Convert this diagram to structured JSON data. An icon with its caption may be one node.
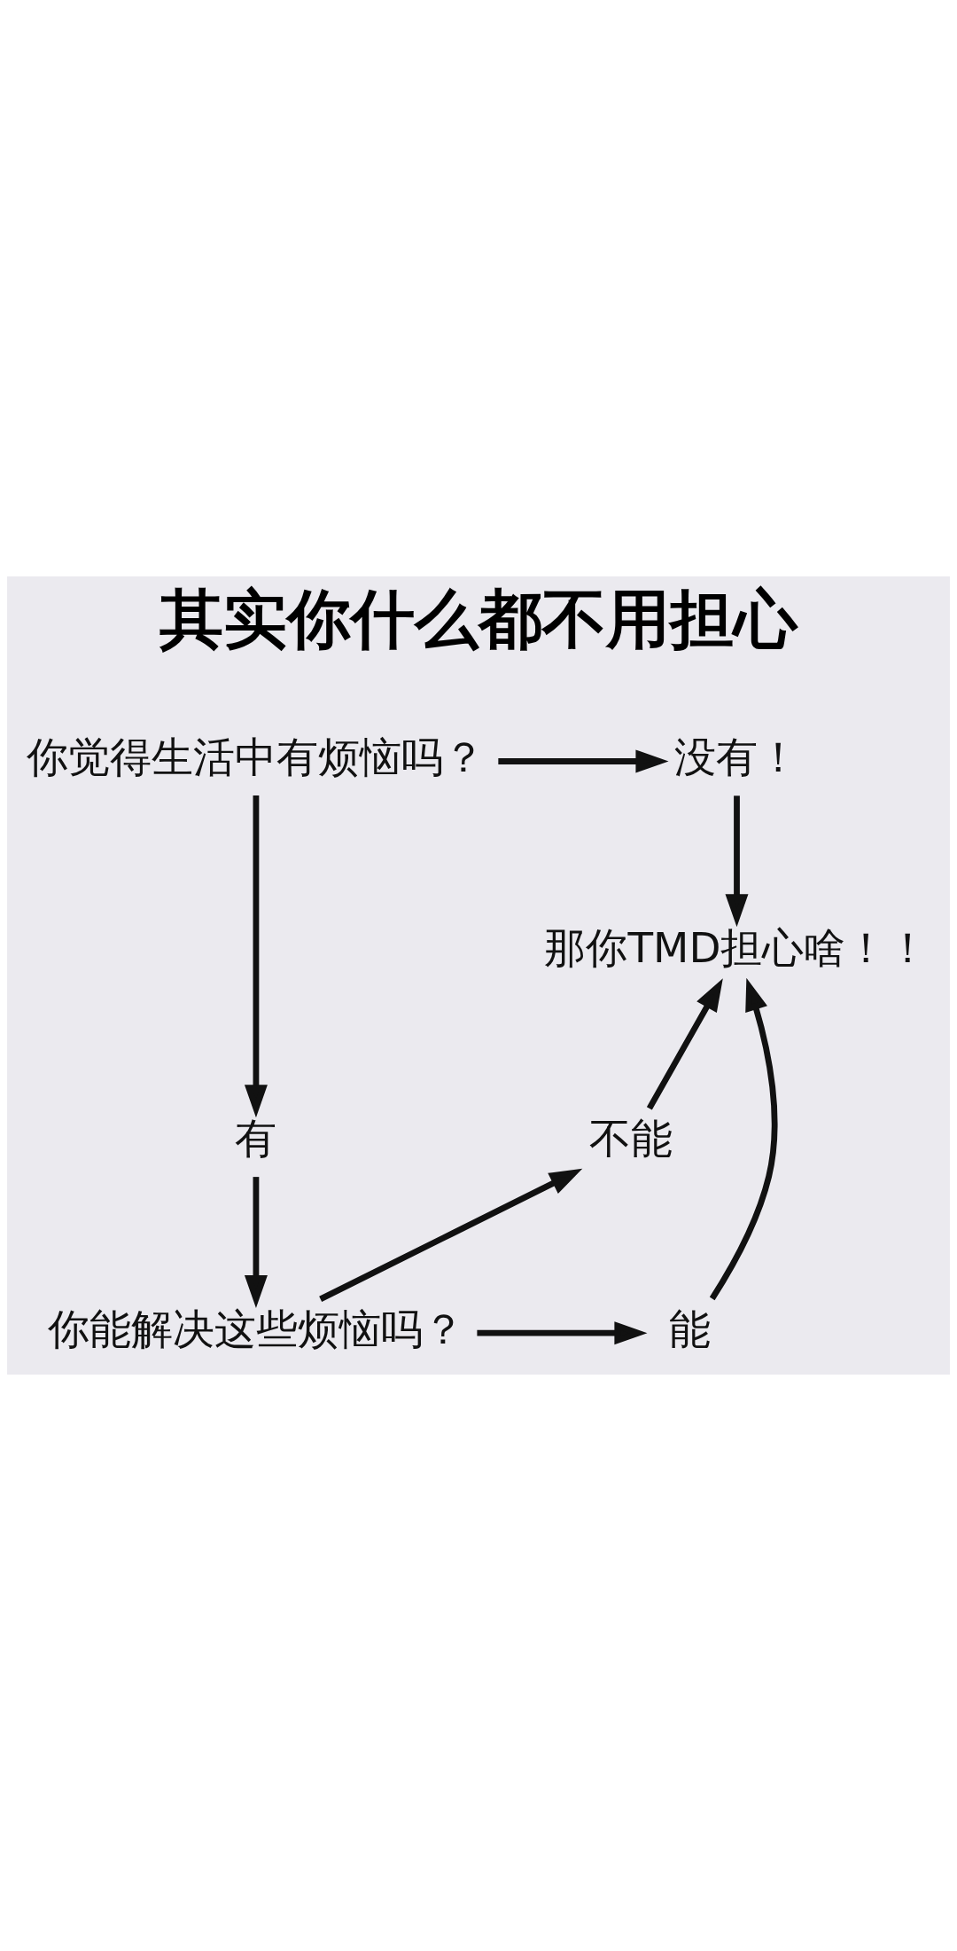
{
  "diagram": {
    "title": "其实你什么都不用担心",
    "nodes": [
      {
        "text": [
          "你觉得生活中有烦恼吗？"
        ]
      },
      {
        "text": [
          "没有！"
        ]
      },
      {
        "text": [
          "那你TMD担心啥！！"
        ]
      },
      {
        "text": [
          "有"
        ]
      },
      {
        "text": [
          "你能解决这些烦恼吗？"
        ]
      },
      {
        "text": [
          "不能"
        ]
      },
      {
        "text": [
          "能"
        ]
      }
    ],
    "edges": [
      {
        "from": 0,
        "to": 1,
        "arrow": "to"
      },
      {
        "from": 1,
        "to": 2,
        "arrow": "to"
      },
      {
        "from": 0,
        "to": 3,
        "arrow": "to"
      },
      {
        "from": 3,
        "to": 4,
        "arrow": "to"
      },
      {
        "from": 4,
        "to": 5,
        "arrow": "to"
      },
      {
        "from": 5,
        "to": 2,
        "arrow": "to"
      },
      {
        "from": 4,
        "to": 6,
        "arrow": "to"
      },
      {
        "from": 6,
        "to": 2,
        "arrow": "to"
      }
    ]
  }
}
